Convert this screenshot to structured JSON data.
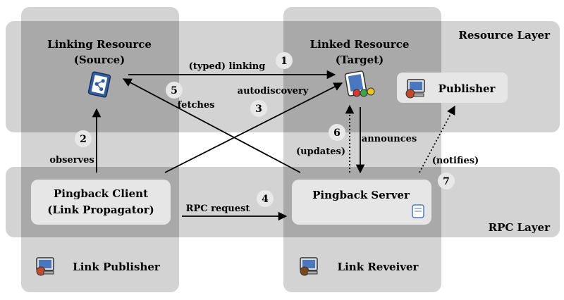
{
  "layers": {
    "resource_layer": "Resource Layer",
    "rpc_layer": "RPC Layer"
  },
  "columns": {
    "link_publisher": "Link Publisher",
    "link_receiver": "Link Reveiver"
  },
  "nodes": {
    "source": {
      "line1": "Linking Resource",
      "line2": "(Source)"
    },
    "target": {
      "line1": "Linked Resource",
      "line2": "(Target)"
    },
    "publisher": "Publisher",
    "client": {
      "line1": "Pingback Client",
      "line2": "(Link Propagator)"
    },
    "server": "Pingback Server"
  },
  "edges": {
    "typed_linking": {
      "num": "1",
      "label": "(typed) linking"
    },
    "observes": {
      "num": "2",
      "label": "observes"
    },
    "autodiscovery": {
      "num": "3",
      "label": "autodiscovery"
    },
    "rpc_request": {
      "num": "4",
      "label": "RPC request"
    },
    "fetches": {
      "num": "5",
      "label": "fetches"
    },
    "updates": {
      "num": "6",
      "label": "(updates)"
    },
    "announces": {
      "label": "announces"
    },
    "notifies": {
      "num": "7",
      "label": "(notifies)"
    }
  },
  "colors": {
    "layer_band": "#d3d3d3",
    "overlap": "#a9a9a9",
    "node_box": "#e6e6e6",
    "badge": "#e8e8e8",
    "arrow": "#000000"
  }
}
